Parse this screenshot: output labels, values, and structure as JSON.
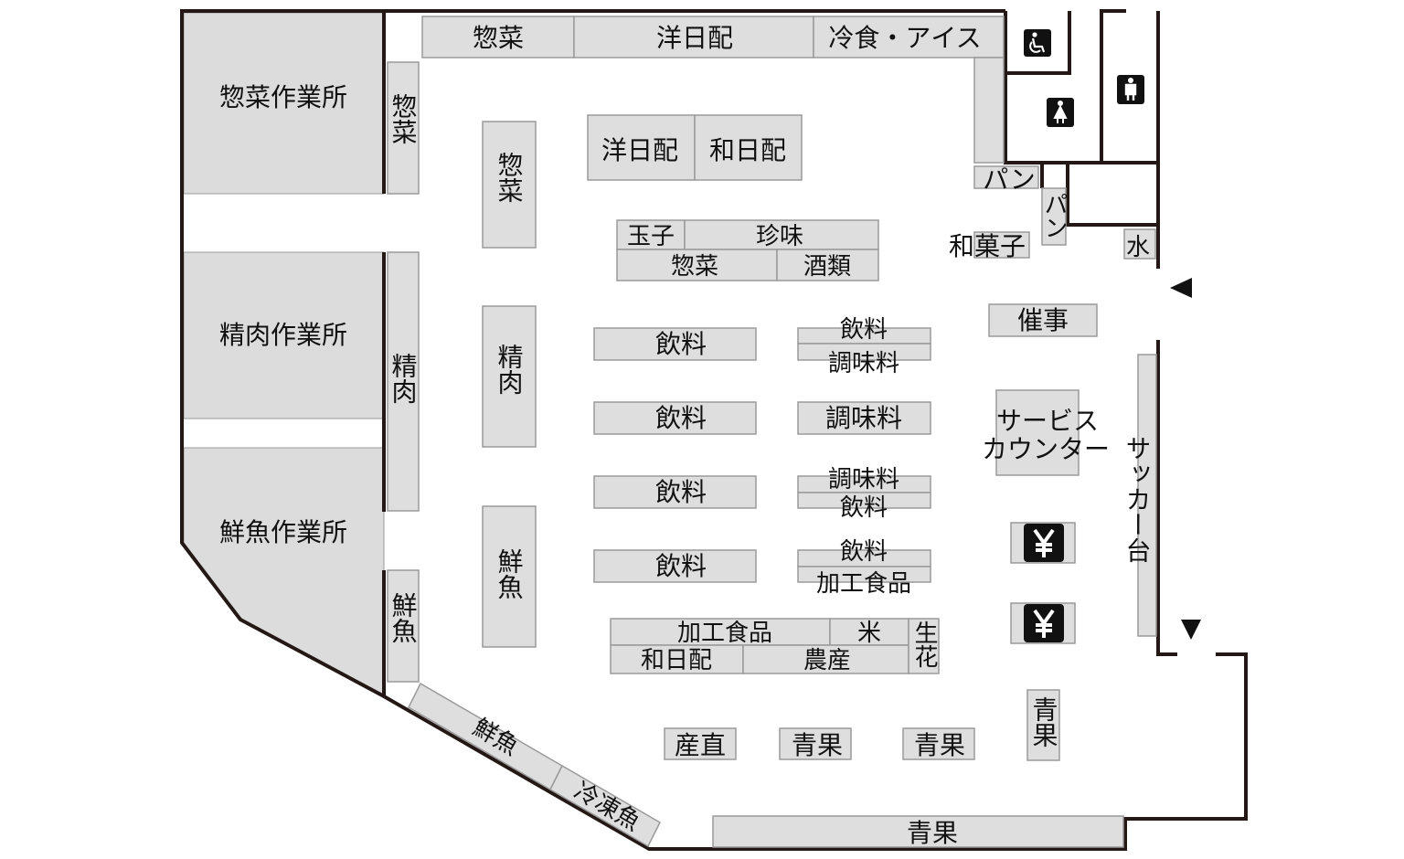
{
  "colors": {
    "shelf": "#dedede",
    "shelf_border": "#9a9a9a",
    "work": "#dcdcdc",
    "wall": "#231815",
    "text": "#111111",
    "icon_bg": "#111111",
    "icon_fg": "#ffffff"
  },
  "work_areas": {
    "sozai": "惣菜作業所",
    "seiniku": "精肉作業所",
    "sengyo": "鮮魚作業所"
  },
  "wall_shelves": {
    "sozai": "惣菜",
    "seiniku": "精肉",
    "sengyo": "鮮魚",
    "top_sozai": "惣菜",
    "top_yonichihai": "洋日配",
    "top_reishoku": "冷食・アイス",
    "diag_sengyo": "鮮魚",
    "diag_reitougyo": "冷凍魚",
    "bottom_seika": "青果",
    "pan1": "パン",
    "pan2": "パン",
    "wagashi": "和菓子",
    "mizu": "水",
    "sakkadai": "サッカー台"
  },
  "islands": {
    "sozai": "惣菜",
    "seiniku": "精肉",
    "sengyo": "鮮魚",
    "yonichihai": "洋日配",
    "wanichihai": "和日配",
    "tamago": "玉子",
    "chinmi": "珍味",
    "sozai2": "惣菜",
    "sake": "酒類",
    "inryo1": "飲料",
    "inryo2": "飲料",
    "inryo3": "飲料",
    "inryo4": "飲料",
    "r1a": "飲料",
    "r1b": "調味料",
    "r2": "調味料",
    "r3a": "調味料",
    "r3b": "飲料",
    "r4a": "飲料",
    "r4b": "加工食品",
    "kakou": "加工食品",
    "kome": "米",
    "seika_flower": "生花",
    "wanichihai2": "和日配",
    "nousan": "農産",
    "sanchoku": "産直",
    "seika1": "青果",
    "seika2": "青果",
    "seika3": "青果",
    "saiji": "催事",
    "service_1": "サービス",
    "service_2": "カウンター"
  },
  "icons": [
    "accessible-toilet-icon",
    "female-toilet-icon",
    "male-toilet-icon",
    "register-yen-icon",
    "register-yen-icon",
    "entrance-arrow-icon",
    "entrance-arrow-icon"
  ]
}
